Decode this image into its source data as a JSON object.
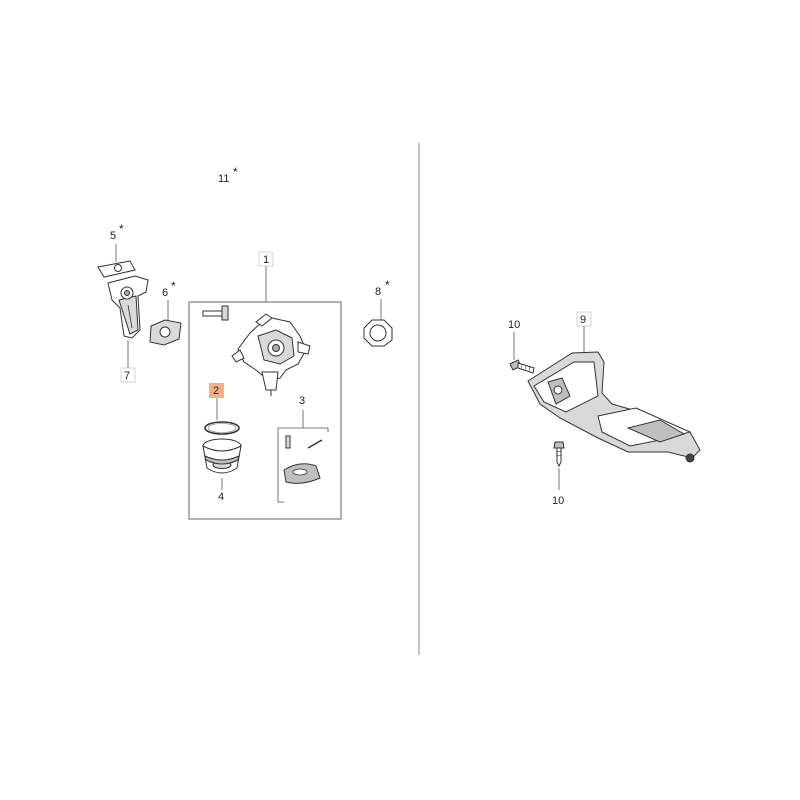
{
  "callouts": {
    "c1": {
      "num": "1",
      "mark": ""
    },
    "c2": {
      "num": "2",
      "mark": ""
    },
    "c3": {
      "num": "3",
      "mark": ""
    },
    "c4": {
      "num": "4",
      "mark": ""
    },
    "c5": {
      "num": "5",
      "mark": "*"
    },
    "c6": {
      "num": "6",
      "mark": "*"
    },
    "c7": {
      "num": "7",
      "mark": ""
    },
    "c8": {
      "num": "8",
      "mark": "*"
    },
    "c9": {
      "num": "9",
      "mark": ""
    },
    "c10a": {
      "num": "10",
      "mark": ""
    },
    "c10b": {
      "num": "10",
      "mark": ""
    },
    "c11": {
      "num": "11",
      "mark": "*"
    }
  },
  "colors": {
    "highlight": "#f4b183",
    "line": "#333333",
    "divider": "#888888"
  }
}
